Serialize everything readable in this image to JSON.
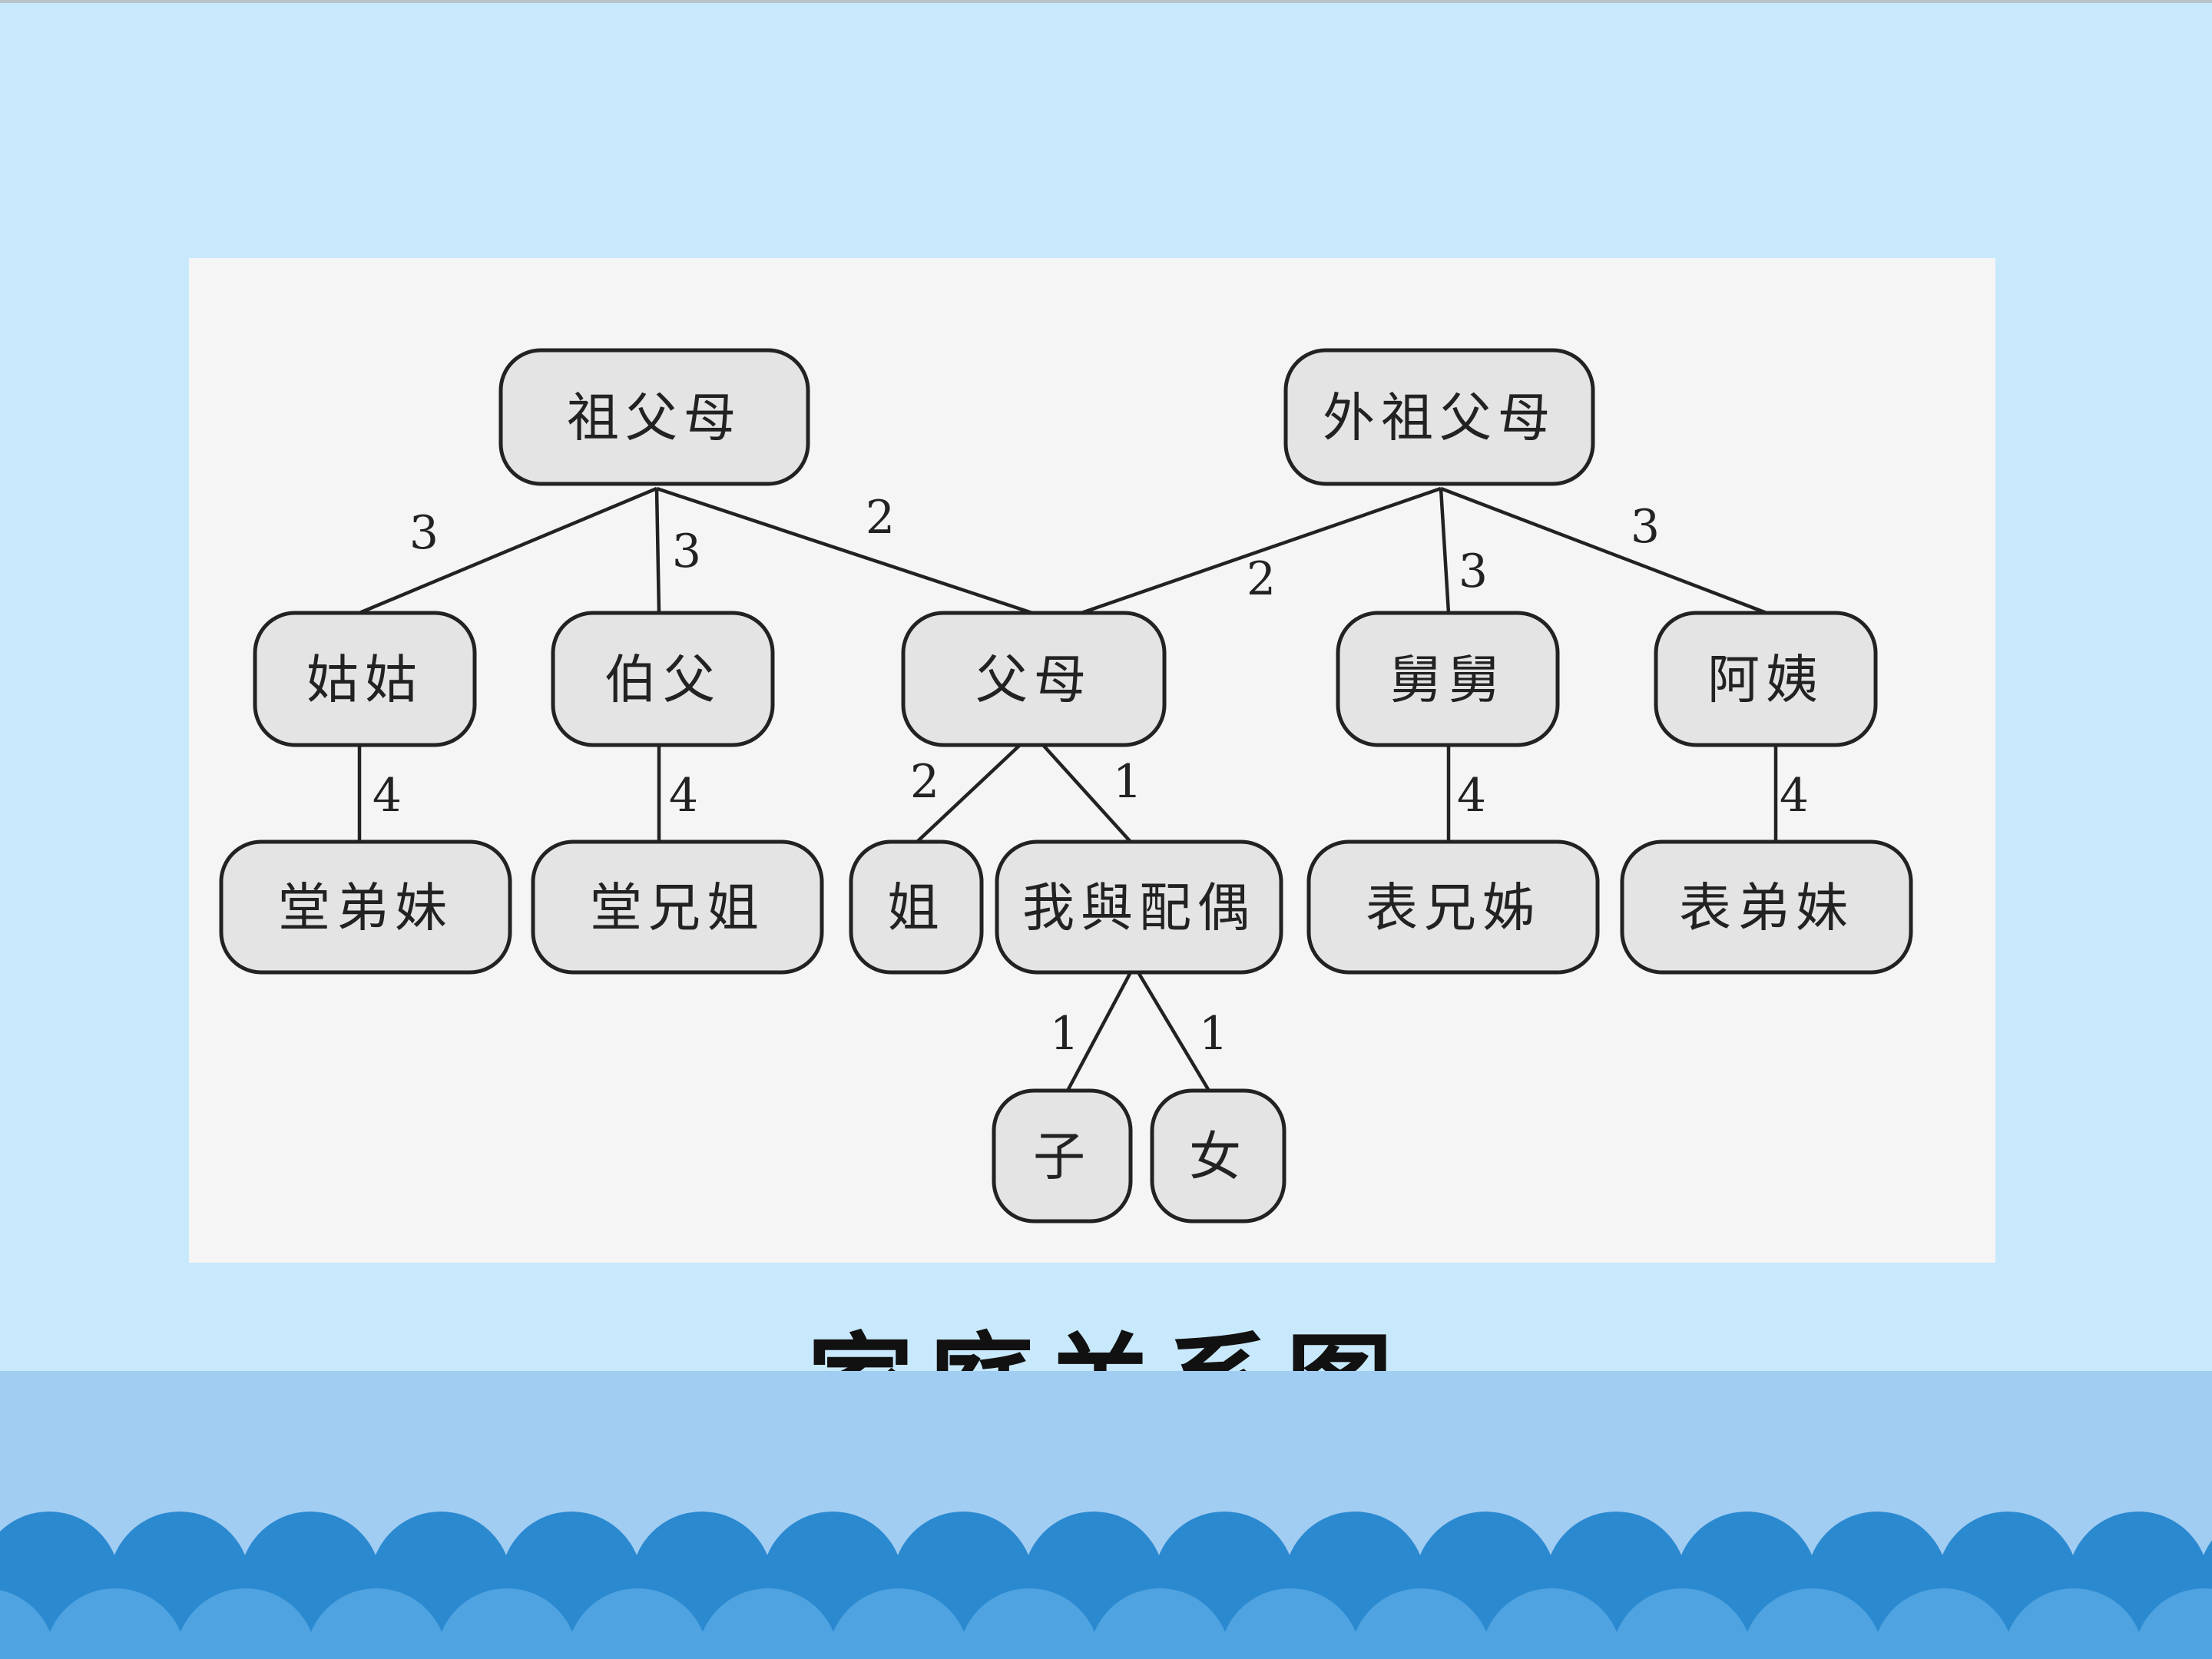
{
  "caption": "家庭关系图",
  "colors": {
    "background": "#c8e9fc",
    "panel": "#f5f5f5",
    "node_fill": "#e4e4e4",
    "line": "#222222",
    "band": "#a2cdf2",
    "wave_dark": "#2b89d0",
    "wave_light": "#4ea3e0"
  },
  "nodes": [
    {
      "id": "grandparents",
      "label": "祖父母"
    },
    {
      "id": "maternal-grandparents",
      "label": "外祖父母"
    },
    {
      "id": "paternal-aunt",
      "label": "姑姑"
    },
    {
      "id": "paternal-uncle",
      "label": "伯父"
    },
    {
      "id": "parents",
      "label": "父母"
    },
    {
      "id": "maternal-uncle",
      "label": "舅舅"
    },
    {
      "id": "maternal-aunt",
      "label": "阿姨"
    },
    {
      "id": "younger-paternal-cousins",
      "label": "堂弟妹"
    },
    {
      "id": "older-paternal-cousins",
      "label": "堂兄姐"
    },
    {
      "id": "elder-sister",
      "label": "姐"
    },
    {
      "id": "me-and-spouse",
      "label": "我與配偶"
    },
    {
      "id": "older-maternal-cousins",
      "label": "表兄姊"
    },
    {
      "id": "younger-maternal-cousins",
      "label": "表弟妹"
    },
    {
      "id": "son",
      "label": "子"
    },
    {
      "id": "daughter",
      "label": "女"
    }
  ],
  "edges": [
    {
      "from": "grandparents",
      "to": "paternal-aunt",
      "weight": "3"
    },
    {
      "from": "grandparents",
      "to": "paternal-uncle",
      "weight": "3"
    },
    {
      "from": "grandparents",
      "to": "parents",
      "weight": "2"
    },
    {
      "from": "maternal-grandparents",
      "to": "parents",
      "weight": "2"
    },
    {
      "from": "maternal-grandparents",
      "to": "maternal-uncle",
      "weight": "3"
    },
    {
      "from": "maternal-grandparents",
      "to": "maternal-aunt",
      "weight": "3"
    },
    {
      "from": "paternal-aunt",
      "to": "younger-paternal-cousins",
      "weight": "4"
    },
    {
      "from": "paternal-uncle",
      "to": "older-paternal-cousins",
      "weight": "4"
    },
    {
      "from": "parents",
      "to": "elder-sister",
      "weight": "2"
    },
    {
      "from": "parents",
      "to": "me-and-spouse",
      "weight": "1"
    },
    {
      "from": "maternal-uncle",
      "to": "older-maternal-cousins",
      "weight": "4"
    },
    {
      "from": "maternal-aunt",
      "to": "younger-maternal-cousins",
      "weight": "4"
    },
    {
      "from": "me-and-spouse",
      "to": "son",
      "weight": "1"
    },
    {
      "from": "me-and-spouse",
      "to": "daughter",
      "weight": "1"
    }
  ]
}
